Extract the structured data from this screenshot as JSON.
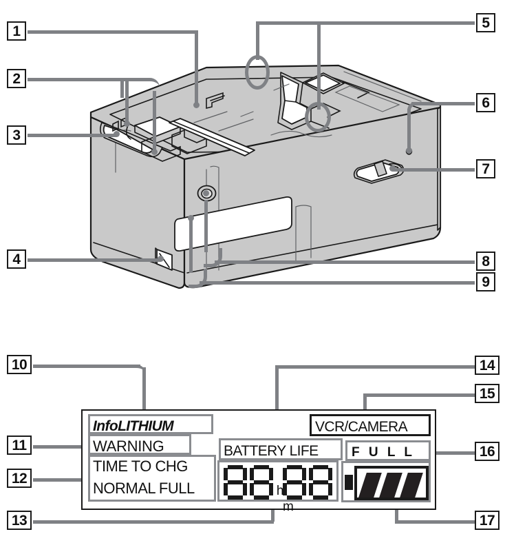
{
  "figure": {
    "type": "technical-line-diagram",
    "subject": "battery charger unit with LCD status display",
    "body_color": "#c9c9c9",
    "outline_color": "#1a1a1a",
    "leader_color": "#7f8185"
  },
  "callouts_device": [
    {
      "id": "1",
      "number": "1"
    },
    {
      "id": "2",
      "number": "2"
    },
    {
      "id": "3",
      "number": "3"
    },
    {
      "id": "4",
      "number": "4"
    },
    {
      "id": "5",
      "number": "5"
    },
    {
      "id": "6",
      "number": "6"
    },
    {
      "id": "7",
      "number": "7"
    },
    {
      "id": "8",
      "number": "8"
    },
    {
      "id": "9",
      "number": "9"
    }
  ],
  "callouts_display": [
    {
      "id": "10",
      "number": "10"
    },
    {
      "id": "11",
      "number": "11"
    },
    {
      "id": "12",
      "number": "12"
    },
    {
      "id": "13",
      "number": "13"
    },
    {
      "id": "14",
      "number": "14"
    },
    {
      "id": "15",
      "number": "15"
    },
    {
      "id": "16",
      "number": "16"
    },
    {
      "id": "17",
      "number": "17"
    }
  ],
  "lcd": {
    "infolithium": "InfoLITHIUM",
    "warning": "WARNING",
    "time_to_chg": "TIME TO CHG",
    "normal_full": "NORMAL FULL",
    "battery_life": "BATTERY LIFE",
    "vcr_camera": "VCR/CAMERA",
    "full": "F U L L",
    "hours_unit": "h",
    "minutes_unit": "m",
    "hours_value": "88",
    "minutes_value": "88",
    "battery_bars": 3
  }
}
